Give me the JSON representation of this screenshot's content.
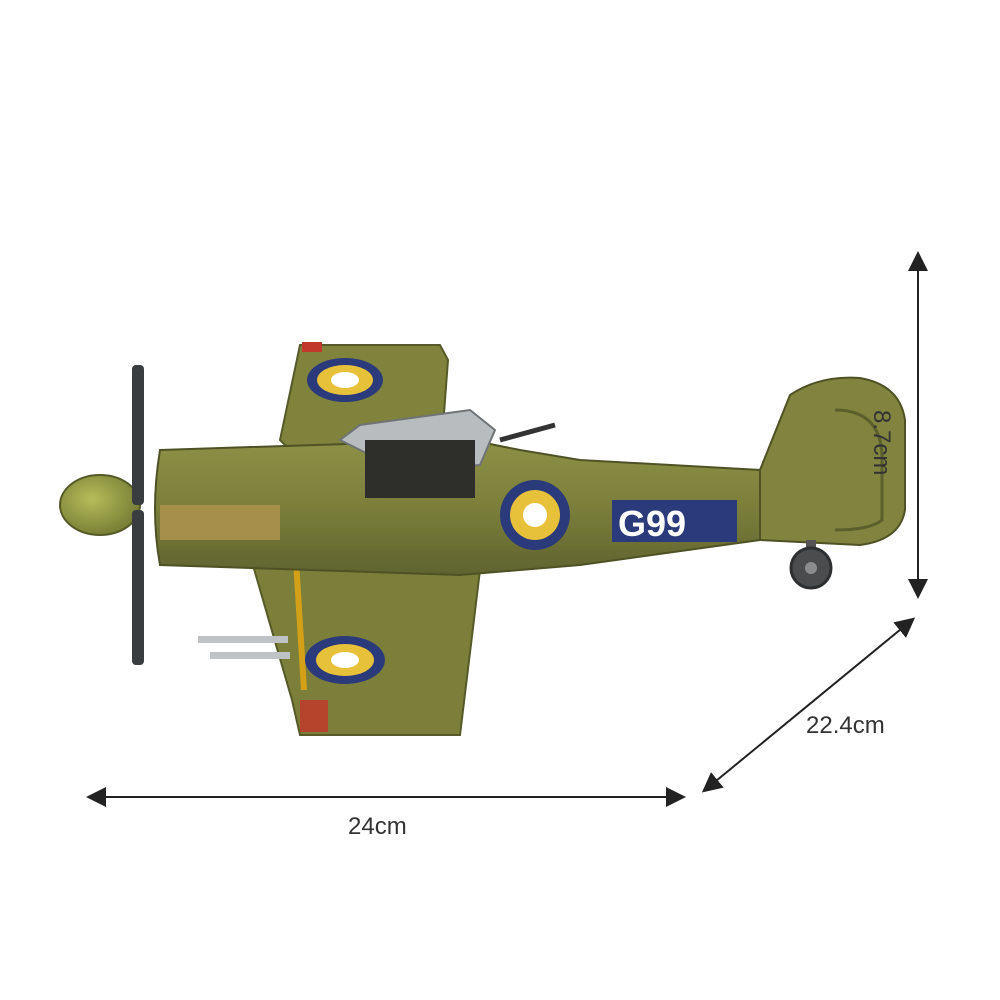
{
  "product": {
    "tail_code": "G99"
  },
  "dimensions": {
    "width": "24cm",
    "depth": "22.4cm",
    "height": "8.7cm"
  },
  "colors": {
    "background": "#ffffff",
    "airframe_green": "#7b7f3a",
    "roundel_blue": "#2b3a7a",
    "roundel_yellow": "#e8c13a",
    "propeller": "#3a3d3f",
    "dimension_line": "#222222"
  }
}
